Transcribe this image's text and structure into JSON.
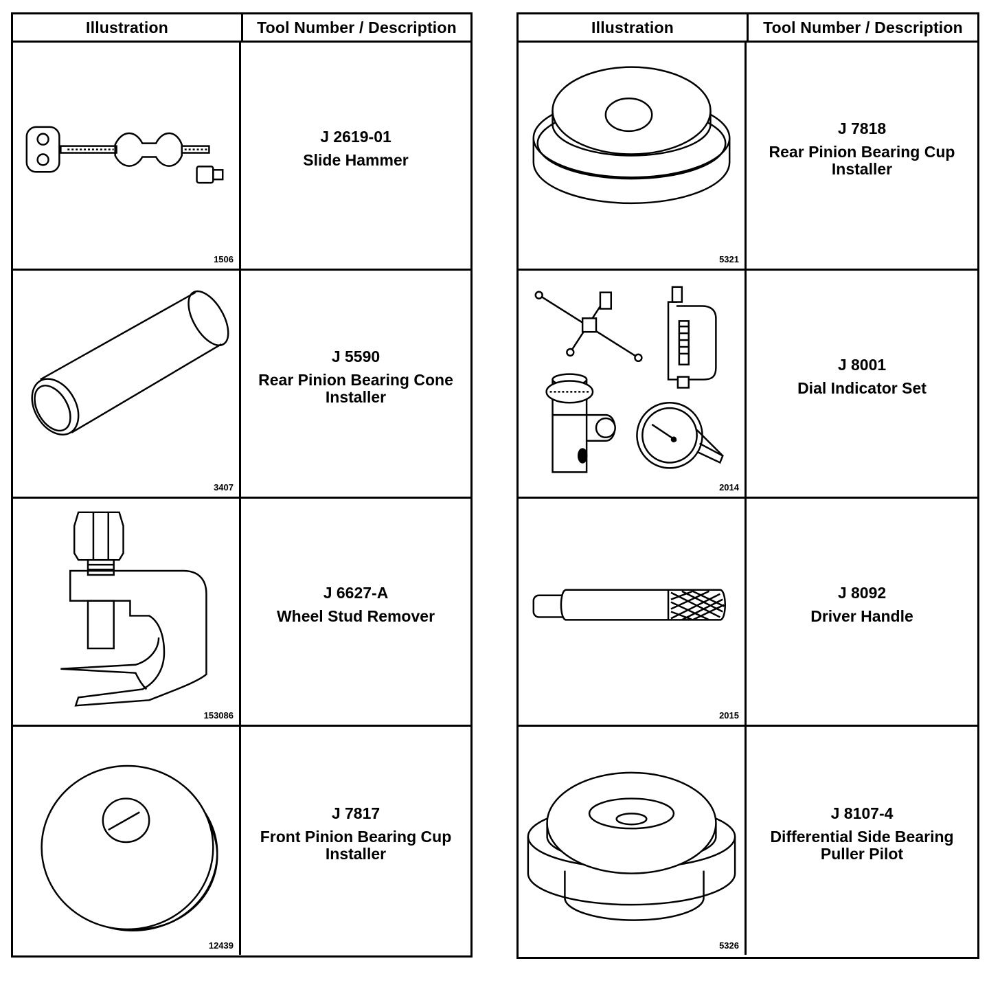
{
  "tables": [
    {
      "headers": {
        "illustration": "Illustration",
        "description": "Tool Number / Description"
      },
      "rows": [
        {
          "tool_number": "J 2619-01",
          "description": "Slide Hammer",
          "figure": "1506",
          "icon": "slide-hammer-icon"
        },
        {
          "tool_number": "J 5590",
          "description": "Rear Pinion Bearing Cone\nInstaller",
          "figure": "3407",
          "icon": "bearing-cone-installer-icon"
        },
        {
          "tool_number": "J 6627-A",
          "description": "Wheel Stud Remover",
          "figure": "153086",
          "icon": "wheel-stud-remover-icon"
        },
        {
          "tool_number": "J 7817",
          "description": "Front Pinion Bearing Cup\nInstaller",
          "figure": "12439",
          "icon": "front-cup-installer-icon"
        }
      ]
    },
    {
      "headers": {
        "illustration": "Illustration",
        "description": "Tool Number / Description"
      },
      "rows": [
        {
          "tool_number": "J 7818",
          "description": "Rear Pinion Bearing Cup\nInstaller",
          "figure": "5321",
          "icon": "rear-cup-installer-icon"
        },
        {
          "tool_number": "J 8001",
          "description": "Dial Indicator Set",
          "figure": "2014",
          "icon": "dial-indicator-set-icon"
        },
        {
          "tool_number": "J 8092",
          "description": "Driver Handle",
          "figure": "2015",
          "icon": "driver-handle-icon"
        },
        {
          "tool_number": "J 8107-4",
          "description": "Differential Side Bearing\nPuller Pilot",
          "figure": "5326",
          "icon": "puller-pilot-icon"
        }
      ]
    }
  ]
}
